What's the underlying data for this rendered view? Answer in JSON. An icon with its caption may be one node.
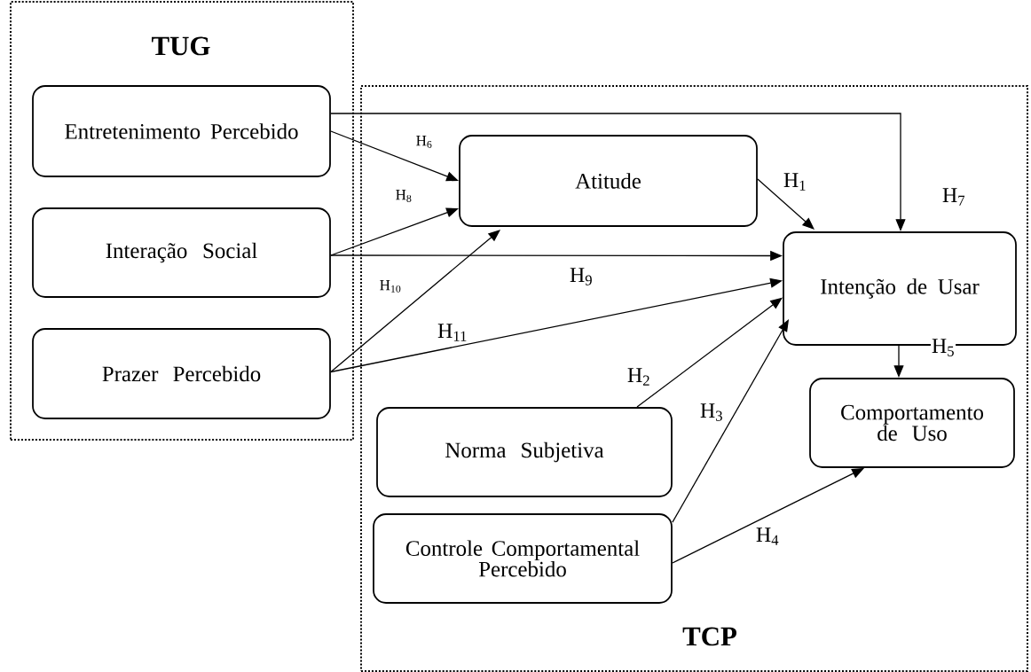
{
  "diagram": {
    "nodes": [
      {
        "text": [
          "TUG"
        ]
      },
      {
        "text": [
          "TCP"
        ]
      },
      {
        "text": [
          "Entretenimento Percebido"
        ],
        "in": 0
      },
      {
        "text": [
          "Interação Social"
        ],
        "in": 0
      },
      {
        "text": [
          "Prazer Percebido"
        ],
        "in": 0
      },
      {
        "text": [
          "Atitude"
        ],
        "in": 1
      },
      {
        "text": [
          "Intenção de Usar"
        ],
        "in": 1
      },
      {
        "text": [
          "Comportamento de Uso"
        ],
        "in": 1
      },
      {
        "text": [
          "Norma Subjetiva"
        ],
        "in": 1
      },
      {
        "text": [
          "Controle Comportamental Percebido"
        ],
        "in": 1
      }
    ],
    "edges": [
      {
        "from": 2,
        "to": 6,
        "arrow": "to",
        "label": "H$_{7}$"
      },
      {
        "from": 2,
        "to": 5,
        "arrow": "to",
        "label": "H$_{6}$"
      },
      {
        "from": 3,
        "to": 5,
        "arrow": "to",
        "label": "H$_{8}$"
      },
      {
        "from": 3,
        "to": 6,
        "arrow": "to",
        "label": "H$_{9}$"
      },
      {
        "from": 4,
        "to": 5,
        "arrow": "to",
        "label": "H$_{10}$"
      },
      {
        "from": 4,
        "to": 6,
        "arrow": "to",
        "label": "H$_{11}$"
      },
      {
        "from": 5,
        "to": 6,
        "arrow": "to",
        "label": "H$_{1}$"
      },
      {
        "from": 8,
        "to": 6,
        "arrow": "to",
        "label": "H$_{2}$"
      },
      {
        "from": 9,
        "to": 6,
        "arrow": "to",
        "label": "H$_{3}$"
      },
      {
        "from": 9,
        "to": 7,
        "arrow": "to",
        "label": "H$_{4}$"
      },
      {
        "from": 6,
        "to": 7,
        "arrow": "to",
        "label": "H$_{5}$"
      }
    ]
  }
}
